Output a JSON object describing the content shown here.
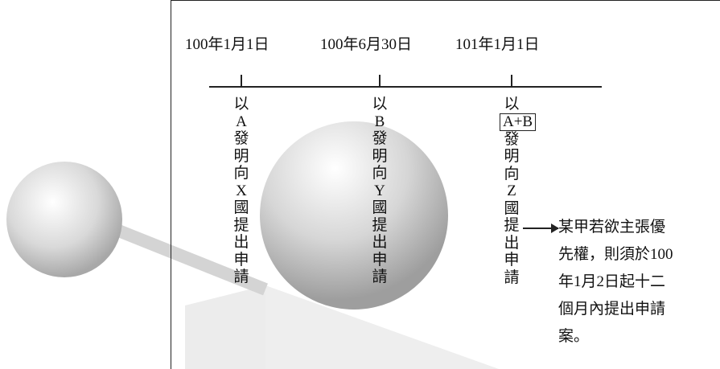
{
  "dates": [
    "100年1月1日",
    "100年6月30日",
    "101年1月1日"
  ],
  "columns": [
    {
      "top": "以",
      "letter": "A",
      "boxed": false,
      "rest": [
        "發",
        "明",
        "向",
        "X",
        "國",
        "提",
        "出",
        "申",
        "請"
      ]
    },
    {
      "top": "以",
      "letter": "B",
      "boxed": false,
      "rest": [
        "發",
        "明",
        "向",
        "Y",
        "國",
        "提",
        "出",
        "申",
        "請"
      ]
    },
    {
      "top": "以",
      "letter": "A+B",
      "boxed": true,
      "rest": [
        "發",
        "明",
        "向",
        "Z",
        "國",
        "提",
        "出",
        "申",
        "請"
      ]
    }
  ],
  "note": [
    "某甲若欲主張優",
    "先權，則須於100",
    "年1月2日起十二",
    "個月內提出申請",
    "案。"
  ],
  "colors": {
    "line": "#222222",
    "text": "#111111",
    "sphere": "#bdbdbd",
    "band": "#e6e6e6"
  }
}
